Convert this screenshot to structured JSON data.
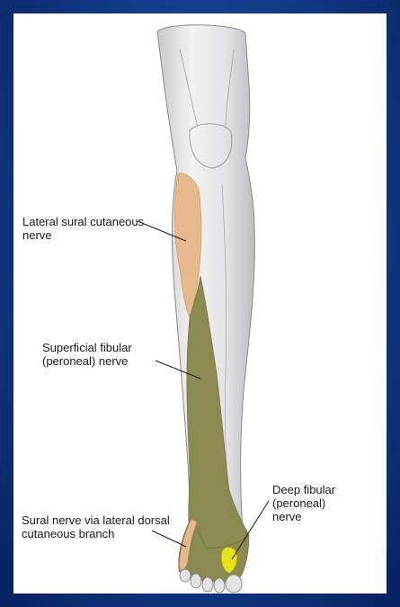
{
  "slide": {
    "background_color": "#113a86"
  },
  "figure": {
    "colors": {
      "skin": "#e9e9ea",
      "lateral_sural": "#e9b98e",
      "superficial_fibular": "#8b8a50",
      "deep_fibular": "#e6e21a",
      "outline": "#8a8a8a"
    },
    "labels": {
      "lateral_sural": "Lateral sural cutaneous\nnerve",
      "superficial_fibular": "Superficial fibular\n(peroneal) nerve",
      "deep_fibular": "Deep fibular (peroneal)\nnerve",
      "sural_dorsal": "Sural nerve via lateral dorsal\ncutaneous branch"
    }
  }
}
